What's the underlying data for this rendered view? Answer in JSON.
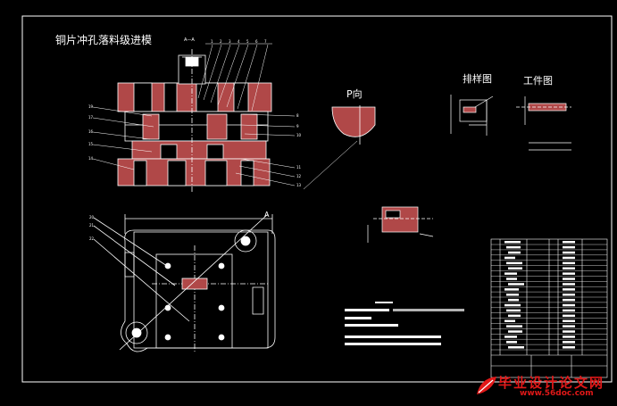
{
  "drawing": {
    "main_title": "铜片冲孔落料级进模",
    "section_mark": "A—A",
    "view_p_label": "P向",
    "layout_label": "排样图",
    "part_label": "工件图",
    "section_a_label": "A"
  },
  "callouts": {
    "top_numbers": [
      "1",
      "2",
      "3",
      "4",
      "5",
      "6",
      "7"
    ],
    "left_numbers": [
      "19",
      "17",
      "16",
      "15",
      "14"
    ],
    "right_numbers": [
      "8",
      "9",
      "10",
      "11",
      "12",
      "13"
    ],
    "plan_numbers": [
      "20",
      "21",
      "22"
    ]
  },
  "watermark": {
    "text": "毕业设计论文网",
    "url": "www.56doc.com"
  },
  "colors": {
    "background": "#000000",
    "line": "#ffffff",
    "hatch": "#c05050",
    "accent": "#40c0ff",
    "watermark": "#e01818"
  }
}
